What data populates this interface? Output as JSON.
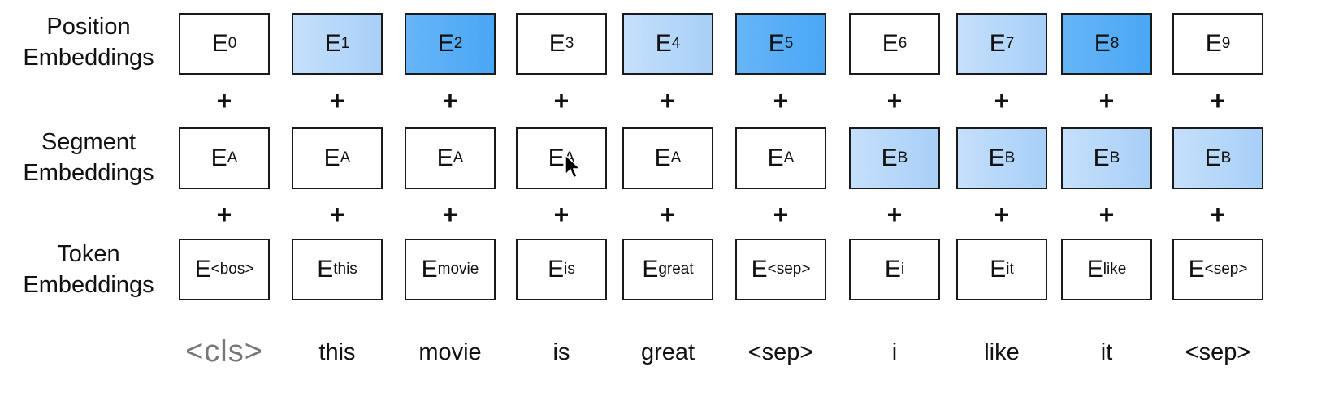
{
  "row_labels": {
    "position": [
      "Position",
      "Embeddings"
    ],
    "segment": [
      "Segment",
      "Embeddings"
    ],
    "token": [
      "Token",
      "Embeddings"
    ]
  },
  "base_letter": "E",
  "plus_symbol": "+",
  "position_row": {
    "subs": [
      "0",
      "1",
      "2",
      "3",
      "4",
      "5",
      "6",
      "7",
      "8",
      "9"
    ],
    "shade_levels": [
      0,
      1,
      2,
      0,
      1,
      2,
      0,
      1,
      2,
      0
    ]
  },
  "segment_row": {
    "subs": [
      "A",
      "A",
      "A",
      "A",
      "A",
      "A",
      "B",
      "B",
      "B",
      "B"
    ],
    "shade_levels": [
      0,
      0,
      0,
      0,
      0,
      0,
      1,
      1,
      1,
      1
    ]
  },
  "token_row": {
    "subs": [
      "<bos>",
      "this",
      "movie",
      "is",
      "great",
      "<sep>",
      "i",
      "it",
      "like",
      "<sep>"
    ]
  },
  "words": [
    "<cls>",
    "this",
    "movie",
    "is",
    "great",
    "<sep>",
    "i",
    "like",
    "it",
    "<sep>"
  ],
  "colors": {
    "light_blue": "#a8cff8",
    "dark_blue": "#4aa7f5",
    "border": "#1a1a1a"
  }
}
